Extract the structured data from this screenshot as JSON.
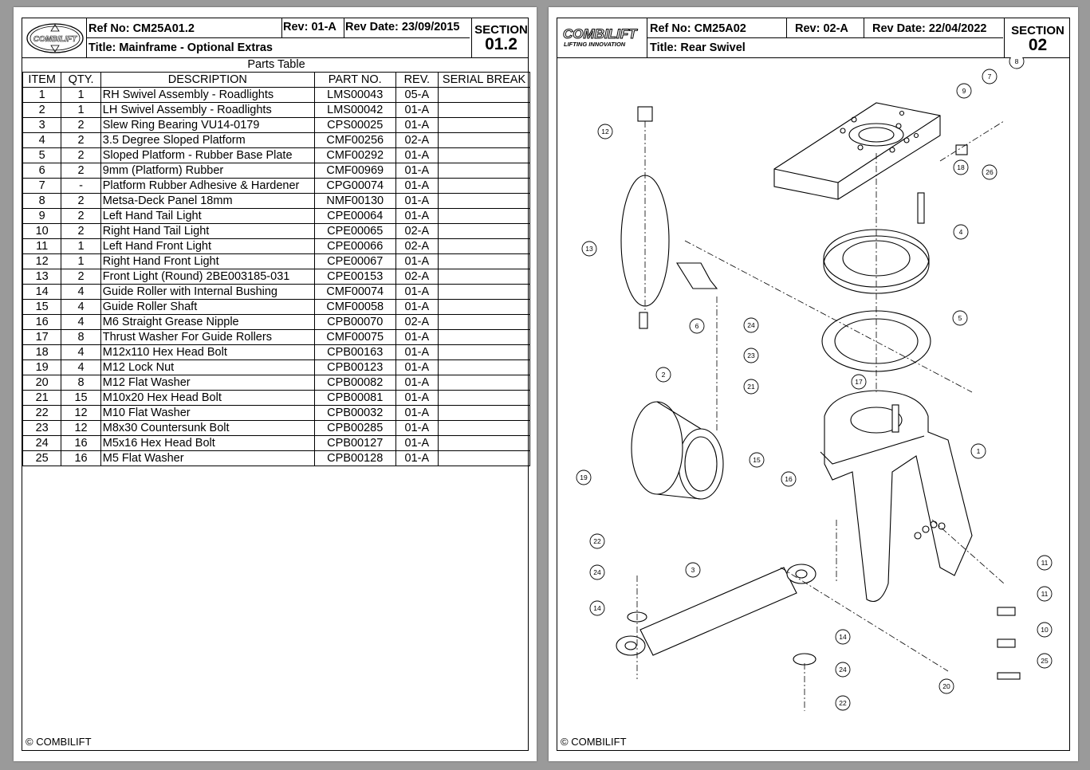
{
  "page1": {
    "ref_no": "Ref No: CM25A01.2",
    "rev": "Rev: 01-A",
    "rev_date": "Rev Date: 23/09/2015",
    "title": "Title: Mainframe - Optional Extras",
    "section_label": "SECTION",
    "section_number": "01.2",
    "logo_text": "COMBILIFT",
    "table_title": "Parts Table",
    "columns": [
      "ITEM",
      "QTY.",
      "DESCRIPTION",
      "PART NO.",
      "REV.",
      "SERIAL BREAK"
    ],
    "rows": [
      [
        "1",
        "1",
        "RH Swivel Assembly - Roadlights",
        "LMS00043",
        "05-A",
        ""
      ],
      [
        "2",
        "1",
        "LH Swivel Assembly - Roadlights",
        "LMS00042",
        "01-A",
        ""
      ],
      [
        "3",
        "2",
        "Slew Ring Bearing VU14-0179",
        "CPS00025",
        "01-A",
        ""
      ],
      [
        "4",
        "2",
        "3.5 Degree Sloped Platform",
        "CMF00256",
        "02-A",
        ""
      ],
      [
        "5",
        "2",
        "Sloped Platform - Rubber Base Plate",
        "CMF00292",
        "01-A",
        ""
      ],
      [
        "6",
        "2",
        "9mm (Platform) Rubber",
        "CMF00969",
        "01-A",
        ""
      ],
      [
        "7",
        "-",
        "Platform Rubber Adhesive & Hardener",
        "CPG00074",
        "01-A",
        ""
      ],
      [
        "8",
        "2",
        "Metsa-Deck Panel 18mm",
        "NMF00130",
        "01-A",
        ""
      ],
      [
        "9",
        "2",
        "Left Hand Tail Light",
        "CPE00064",
        "01-A",
        ""
      ],
      [
        "10",
        "2",
        "Right Hand Tail Light",
        "CPE00065",
        "02-A",
        ""
      ],
      [
        "11",
        "1",
        "Left Hand Front Light",
        "CPE00066",
        "02-A",
        ""
      ],
      [
        "12",
        "1",
        "Right Hand Front Light",
        "CPE00067",
        "01-A",
        ""
      ],
      [
        "13",
        "2",
        "Front Light (Round) 2BE003185-031",
        "CPE00153",
        "02-A",
        ""
      ],
      [
        "14",
        "4",
        "Guide Roller with Internal Bushing",
        "CMF00074",
        "01-A",
        ""
      ],
      [
        "15",
        "4",
        "Guide Roller Shaft",
        "CMF00058",
        "01-A",
        ""
      ],
      [
        "16",
        "4",
        "M6 Straight Grease Nipple",
        "CPB00070",
        "02-A",
        ""
      ],
      [
        "17",
        "8",
        "Thrust Washer For Guide Rollers",
        "CMF00075",
        "01-A",
        ""
      ],
      [
        "18",
        "4",
        "M12x110 Hex Head Bolt",
        "CPB00163",
        "01-A",
        ""
      ],
      [
        "19",
        "4",
        "M12 Lock Nut",
        "CPB00123",
        "01-A",
        ""
      ],
      [
        "20",
        "8",
        "M12 Flat Washer",
        "CPB00082",
        "01-A",
        ""
      ],
      [
        "21",
        "15",
        "M10x20 Hex Head Bolt",
        "CPB00081",
        "01-A",
        ""
      ],
      [
        "22",
        "12",
        "M10 Flat Washer",
        "CPB00032",
        "01-A",
        ""
      ],
      [
        "23",
        "12",
        "M8x30 Countersunk Bolt",
        "CPB00285",
        "01-A",
        ""
      ],
      [
        "24",
        "16",
        "M5x16 Hex Head Bolt",
        "CPB00127",
        "01-A",
        ""
      ],
      [
        "25",
        "16",
        "M5 Flat Washer",
        "CPB00128",
        "01-A",
        ""
      ]
    ],
    "copyright": "© COMBILIFT"
  },
  "page2": {
    "logo_text": "COMBILIFT",
    "logo_tagline": "LIFTING INNOVATION",
    "ref_no": "Ref No: CM25A02",
    "rev": "Rev: 02-A",
    "rev_date": "Rev Date: 22/04/2022",
    "title": "Title: Rear Swivel",
    "section_label": "SECTION",
    "section_number": "02",
    "callouts": [
      "1",
      "2",
      "3",
      "4",
      "5",
      "6",
      "7",
      "8",
      "9",
      "10",
      "11",
      "11",
      "12",
      "13",
      "14",
      "14",
      "15",
      "16",
      "17",
      "18",
      "19",
      "20",
      "21",
      "22",
      "22",
      "23",
      "24",
      "24",
      "24",
      "25",
      "26"
    ],
    "copyright": "© COMBILIFT"
  }
}
